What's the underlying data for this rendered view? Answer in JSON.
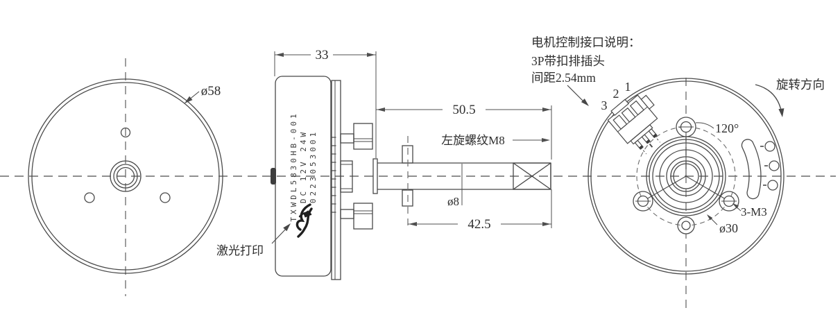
{
  "front_view": {
    "dia_label": "ø58",
    "laser_label": "激光打印"
  },
  "side_view": {
    "dim_width": "33",
    "dim_total": "50.5",
    "dim_shaft": "42.5",
    "dia_shaft": "ø8",
    "thread_label": "左旋螺纹M8",
    "nameplate_line1": "TXWDL5830HB-001",
    "nameplate_line2": "DC 12V 24W",
    "nameplate_line3": "0223053001"
  },
  "rear_view": {
    "note_line1": "电机控制接口说明：",
    "note_line2": "3P带扣排插头",
    "note_line3": "间距2.54mm",
    "pin1": "1",
    "pin2": "2",
    "pin3": "3",
    "angle_label": "120°",
    "screw_label": "3-M3",
    "bolt_circle_label": "ø30",
    "rotation_label": "旋转方向"
  },
  "colors": {
    "line": "#474747",
    "dim": "#4f4f4f",
    "center": "#6a6a6a",
    "text": "#2e2e2e",
    "bg": "#ffffff"
  }
}
